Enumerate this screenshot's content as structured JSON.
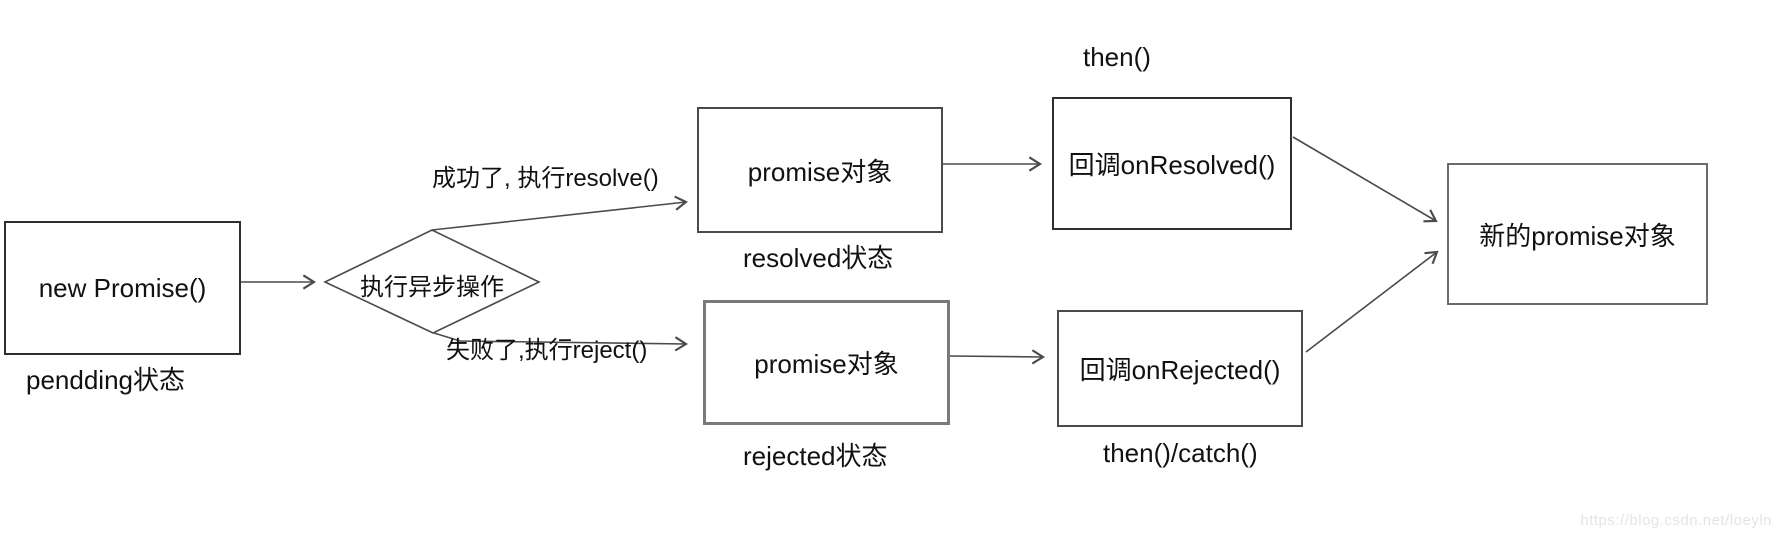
{
  "nodes": {
    "new_promise": "new Promise()",
    "async_operation": "执行异步操作",
    "promise_resolved": "promise对象",
    "promise_rejected": "promise对象",
    "on_resolved": "回调onResolved()",
    "on_rejected": "回调onRejected()",
    "new_promise_object": "新的promise对象"
  },
  "labels": {
    "pendding_state": "pendding状态",
    "resolved_state": "resolved状态",
    "rejected_state": "rejected状态",
    "then_top": "then()",
    "then_catch": "then()/catch()",
    "success_edge": "成功了, 执行resolve()",
    "fail_edge": "失败了,执行reject()"
  },
  "watermark": "https://blog.csdn.net/loeyln",
  "colors": {
    "line": "#4a4a4a",
    "text": "#111111",
    "watermark": "#e4e4e4",
    "background": "#ffffff"
  }
}
